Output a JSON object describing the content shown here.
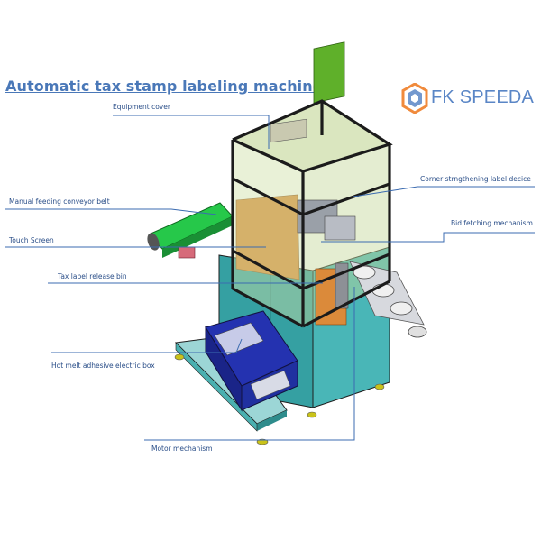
{
  "title": "Automatic tax stamp labeling machine",
  "brand": {
    "logo_text": "FK SPEEDA",
    "logo_icon": "hexagon-logo-icon",
    "colors": {
      "orange": "#f08a3c",
      "blue": "#5a86c6"
    }
  },
  "callouts": {
    "equipment_cover": "Equipment cover",
    "manual_feeding": "Manual feeding conveyor belt",
    "touch_screen": "Touch Screen",
    "tax_label_bin": "Tax label release bin",
    "hot_melt_box": "Hot melt adhesive electric box",
    "motor_mechanism": "Motor mechanism",
    "corner_label_device": "Corner strngthening label decice",
    "bid_fetching": "Bid fetching mechanism"
  },
  "colors": {
    "frame": "#1f1f1f",
    "glass": "#c9d9a2",
    "base": "#3fa7a8",
    "conveyor": "#29c84a",
    "electric_box": "#2230a8",
    "panel": "#d98a3a",
    "leader": "#3b6bb0"
  }
}
